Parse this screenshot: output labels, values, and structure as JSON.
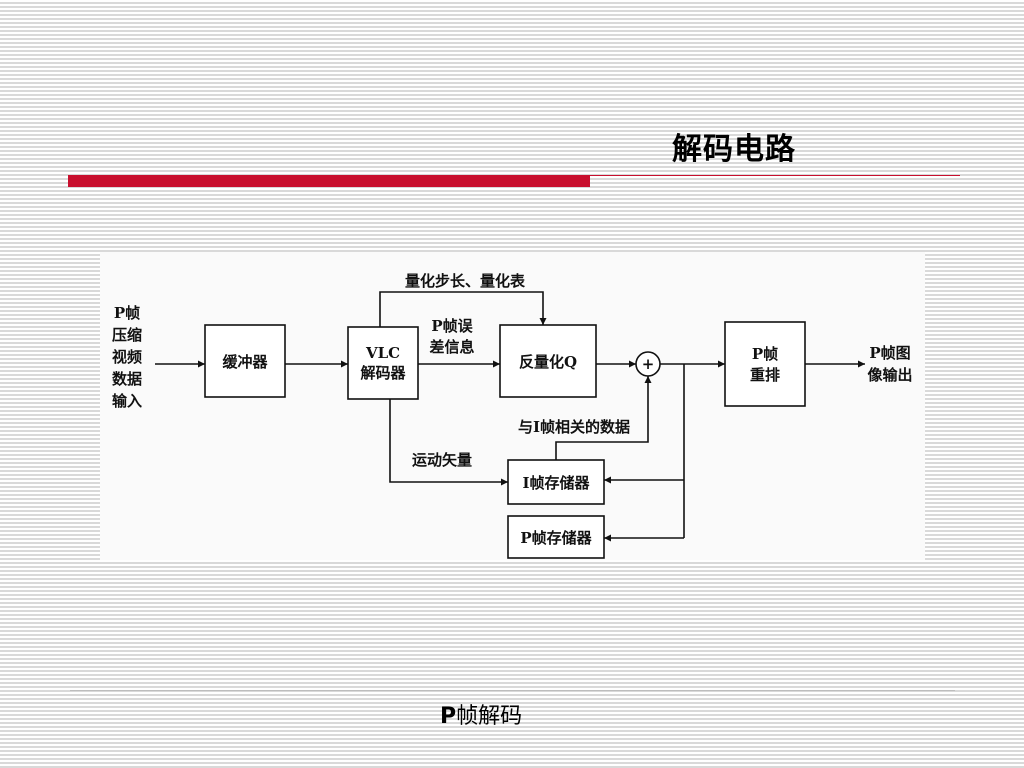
{
  "slide": {
    "title": "解码电路",
    "caption_lead": "P",
    "caption_rest": "帧解码"
  },
  "colors": {
    "accent_red": "#c8102e",
    "line": "#111111"
  },
  "diagram": {
    "input_label": [
      "P帧",
      "压缩",
      "视频",
      "数据",
      "输入"
    ],
    "blocks": {
      "buffer": [
        "缓冲器"
      ],
      "vlc": [
        "VLC",
        "解码器"
      ],
      "dequant": [
        "反量化Q"
      ],
      "reorder": [
        "P帧",
        "重排"
      ],
      "i_store": [
        "I帧存储器"
      ],
      "p_store": [
        "P帧存储器"
      ]
    },
    "adder_symbol": "+",
    "output_label": [
      "P帧图",
      "像输出"
    ],
    "annotations": {
      "quant_step": "量化步长、量化表",
      "error_info": [
        "P帧误",
        "差信息"
      ],
      "i_frame_data": "与I帧相关的数据",
      "motion_vector": "运动矢量"
    }
  }
}
